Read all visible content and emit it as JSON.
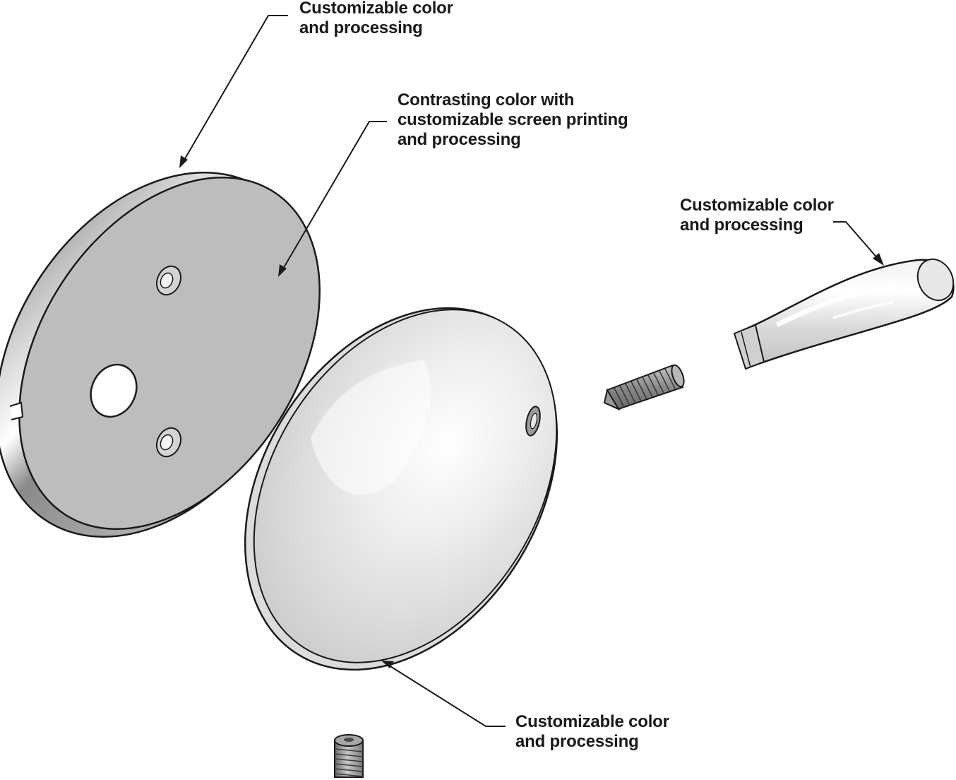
{
  "colors": {
    "ink": "#1a1a1a",
    "metal_light": "#e6e6e6",
    "metal_mid": "#bdbdbd",
    "metal_dark": "#8e8e8e",
    "background": "#ffffff"
  },
  "callouts": [
    {
      "id": "base-plate-rim",
      "lines": [
        "Customizable color",
        "and processing"
      ]
    },
    {
      "id": "base-plate-face",
      "lines": [
        "Contrasting color with",
        "customizable screen printing",
        "and processing"
      ]
    },
    {
      "id": "handle-knob",
      "lines": [
        "Customizable color",
        "and processing"
      ]
    },
    {
      "id": "dome-cover",
      "lines": [
        "Customizable color",
        "and processing"
      ]
    }
  ],
  "parts": [
    "base-plate",
    "dome-cover",
    "threaded-stud",
    "handle-knob",
    "set-screw"
  ]
}
